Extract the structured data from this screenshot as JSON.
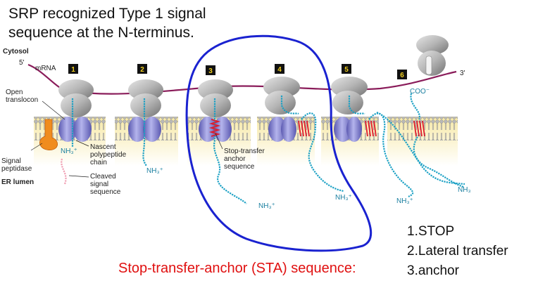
{
  "title": {
    "line1": "SRP recognized Type 1 signal",
    "line2": "sequence at the N-terminus."
  },
  "labels": {
    "cytosol": "Cytosol",
    "five_prime": "5'",
    "three_prime": "3'",
    "mrna": "mRNA",
    "open_translocon_1": "Open",
    "open_translocon_2": "translocon",
    "signal_peptidase_1": "Signal",
    "signal_peptidase_2": "peptidase",
    "er_lumen": "ER lumen",
    "nascent_1": "Nascent",
    "nascent_2": "polypeptide",
    "nascent_3": "chain",
    "cleaved_1": "Cleaved",
    "cleaved_2": "signal",
    "cleaved_3": "sequence",
    "stop_transfer_1": "Stop-transfer",
    "stop_transfer_2": "anchor",
    "stop_transfer_3": "sequence",
    "nh3_plus": "NH₃⁺",
    "nh3": "NH₃",
    "coo_minus": "COO⁻"
  },
  "step_numbers": [
    "1",
    "2",
    "3",
    "4",
    "5",
    "6"
  ],
  "steps_list": [
    "1.STOP",
    "2.Lateral transfer",
    "3.anchor"
  ],
  "sta_heading": "Stop-transfer-anchor (STA) sequence:",
  "colors": {
    "mrna": "#8a1c5a",
    "chain": "#1aa0c4",
    "anchor": "#e01c2c",
    "translocon": "#7a78c8",
    "ribosome": "#b0b0b0",
    "membrane_band": "#fbeeb4",
    "highlight": "#1a22d0",
    "peptidase": "#f08c1e",
    "cleaved": "#f0a0b4",
    "heading_red": "#e01010"
  }
}
